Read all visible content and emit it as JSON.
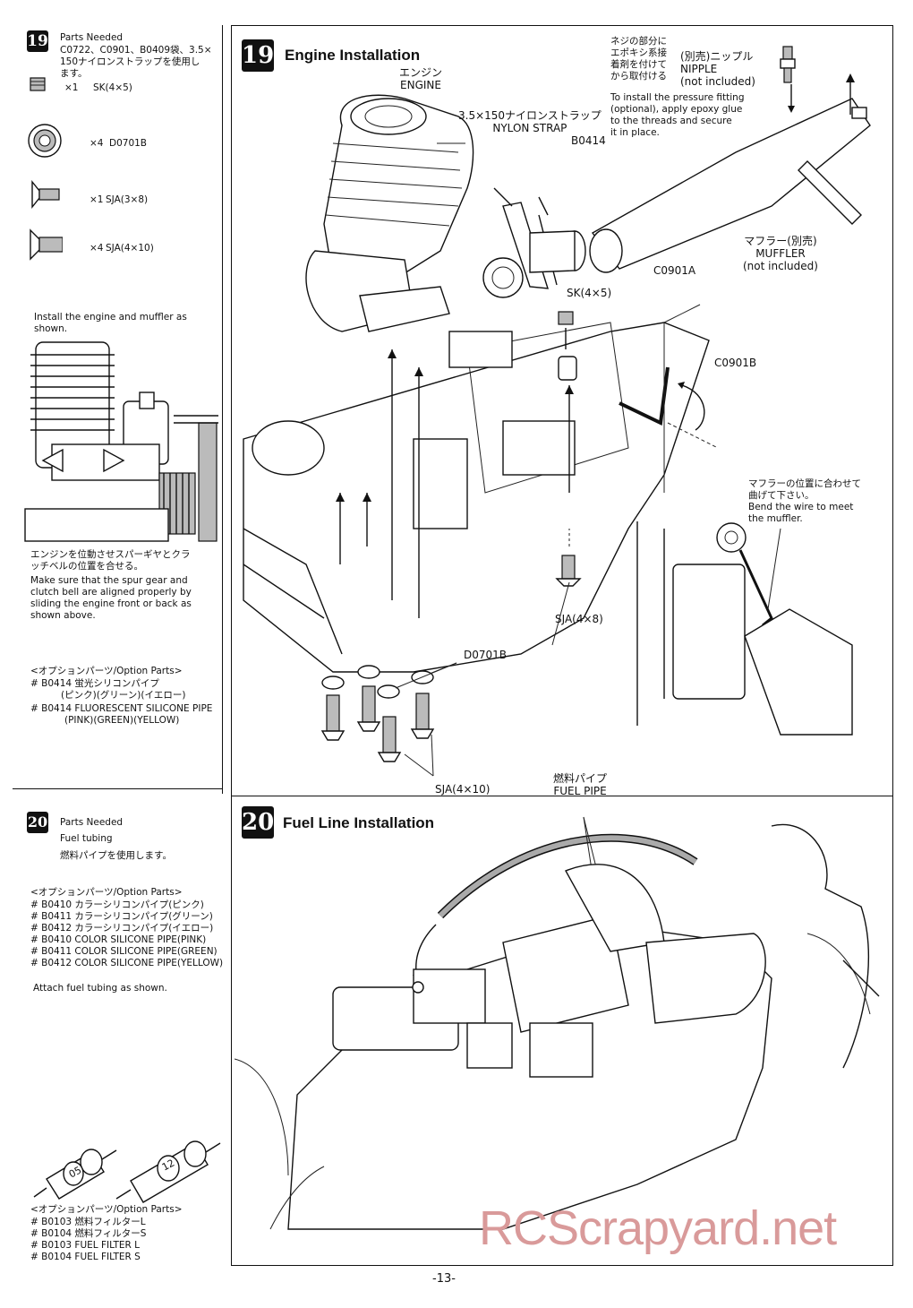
{
  "step19": {
    "number": "19",
    "title": "Engine Installation",
    "parts_needed_label": "Parts Needed",
    "parts_needed_jp": "C0722、C0901、B0409袋、3.5×\n150ナイロンストラップを使用し\nます。",
    "parts": [
      {
        "qty": "×1",
        "code": "SK(4×5)"
      },
      {
        "qty": "×4",
        "code": "D0701B"
      },
      {
        "qty": "×1",
        "code": "SJA(3×8)"
      },
      {
        "qty": "×4",
        "code": "SJA(4×10)"
      }
    ],
    "install_note": "Install the engine and muffler as\nshown.",
    "align_note_jp": "エンジンを位動させスパーギヤとクラ\nッチベルの位置を合せる。",
    "align_note_en": "Make sure that the spur gear and\nclutch bell are aligned properly by\nsliding the engine front or back as\nshown above.",
    "option_heading": "<オプションパーツ/Option Parts>",
    "option_lines": [
      "# B0414 蛍光シリコンパイプ",
      "(ピンク)(グリーン)(イエロー)",
      "# B0414 FLUORESCENT SILICONE PIPE",
      "(PINK)(GREEN)(YELLOW)"
    ],
    "labels": {
      "engine": "エンジン\nENGINE",
      "nylon_strap": "3.5×150ナイロンストラップ\nNYLON STRAP",
      "b0414": "B0414",
      "nipple": "(別売)ニップル\nNIPPLE\n(not included)",
      "nipple_note_jp": "ネジの部分に\nエポキシ系接\n着剤を付けて\nから取付ける",
      "nipple_note_en": "To install the pressure fitting\n(optional), apply epoxy glue\nto the threads and secure\nit in place.",
      "muffler": "マフラー(別売)\nMUFFLER\n(not included)",
      "c0901a": "C0901A",
      "sk": "SK(4×5)",
      "c0901b": "C0901B",
      "sja48": "SJA(4×8)",
      "d0701b": "D0701B",
      "sja410": "SJA(4×10)",
      "bend_note": "マフラーの位置に合わせて\n曲げて下さい。\nBend the wire to meet\nthe muffler."
    }
  },
  "step20": {
    "number": "20",
    "title": "Fuel Line Installation",
    "parts_needed_label": "Parts Needed",
    "parts_needed_item": "Fuel tubing",
    "parts_needed_jp": "燃料パイプを使用します。",
    "option_heading": "<オプションパーツ/Option Parts>",
    "option_lines": [
      "# B0410 カラーシリコンパイプ(ピンク)",
      "# B0411 カラーシリコンパイプ(グリーン)",
      "# B0412 カラーシリコンパイプ(イエロー)",
      "# B0410 COLOR SILICONE PIPE(PINK)",
      "# B0411 COLOR SILICONE PIPE(GREEN)",
      "# B0412 COLOR SILICONE PIPE(YELLOW)"
    ],
    "attach_note": "Attach fuel tubing as shown.",
    "filter_numbers": [
      "05",
      "12"
    ],
    "filter_option_heading": "<オプションパーツ/Option Parts>",
    "filter_lines": [
      "# B0103 燃料フィルターL",
      "# B0104 燃料フィルターS",
      "# B0103 FUEL FILTER L",
      "# B0104 FUEL FILTER S"
    ],
    "labels": {
      "fuel_pipe": "燃料パイプ\nFUEL PIPE"
    }
  },
  "page_number": "-13-",
  "watermark": "RCScrapyard.net"
}
